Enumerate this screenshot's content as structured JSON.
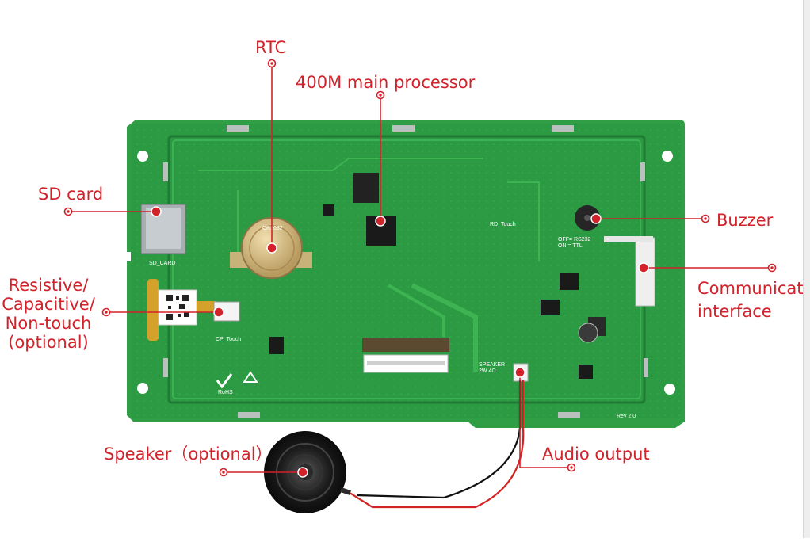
{
  "colors": {
    "label": "#d2222a",
    "pcb": "#2f9e45",
    "pcb_dark": "#1f7a33",
    "trace": "#3db351",
    "leader": "#d2222a"
  },
  "labels": {
    "rtc": "RTC",
    "processor": "400M main processor",
    "sd_card": "SD card",
    "touch_lines": [
      "Resistive/",
      "Capacitive/",
      "Non-touch",
      "(optional)"
    ],
    "buzzer": "Buzzer",
    "comm_lines": [
      "Communicate",
      "interface"
    ],
    "speaker": "Speaker（optional）",
    "audio_output": "Audio output"
  },
  "silkscreen": {
    "battery": "CR2032",
    "sd": "SD_CARD",
    "cp_touch": "CP_Touch",
    "rd_touch": "RD_Touch",
    "rs232": "OFF= RS232\nON = TTL",
    "speaker": "SPEAKER\n2W 4Ω",
    "rohs": "RoHS",
    "rev": "Rev 2.0"
  }
}
